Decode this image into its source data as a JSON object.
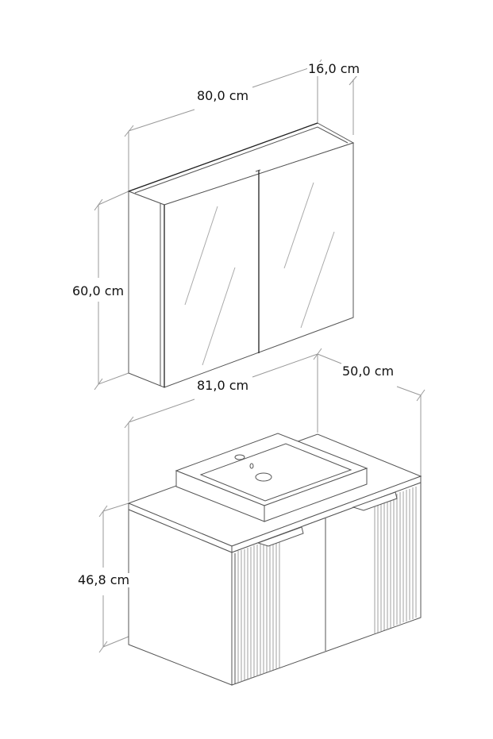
{
  "diagram": {
    "title": "Bathroom furniture set dimensions",
    "mirror_cabinet": {
      "width_label": "80,0 cm",
      "depth_label": "16,0 cm",
      "height_label": "60,0 cm",
      "doors": 2
    },
    "vanity_unit": {
      "width_label": "81,0 cm",
      "depth_label": "50,0 cm",
      "height_label": "46,8 cm",
      "doors": 2,
      "features": [
        "countertop basin",
        "fluted side panels",
        "handle profiles"
      ]
    },
    "colors": {
      "line": "#555555",
      "dimension_line": "#999999",
      "background": "#ffffff",
      "text": "#111111"
    }
  }
}
